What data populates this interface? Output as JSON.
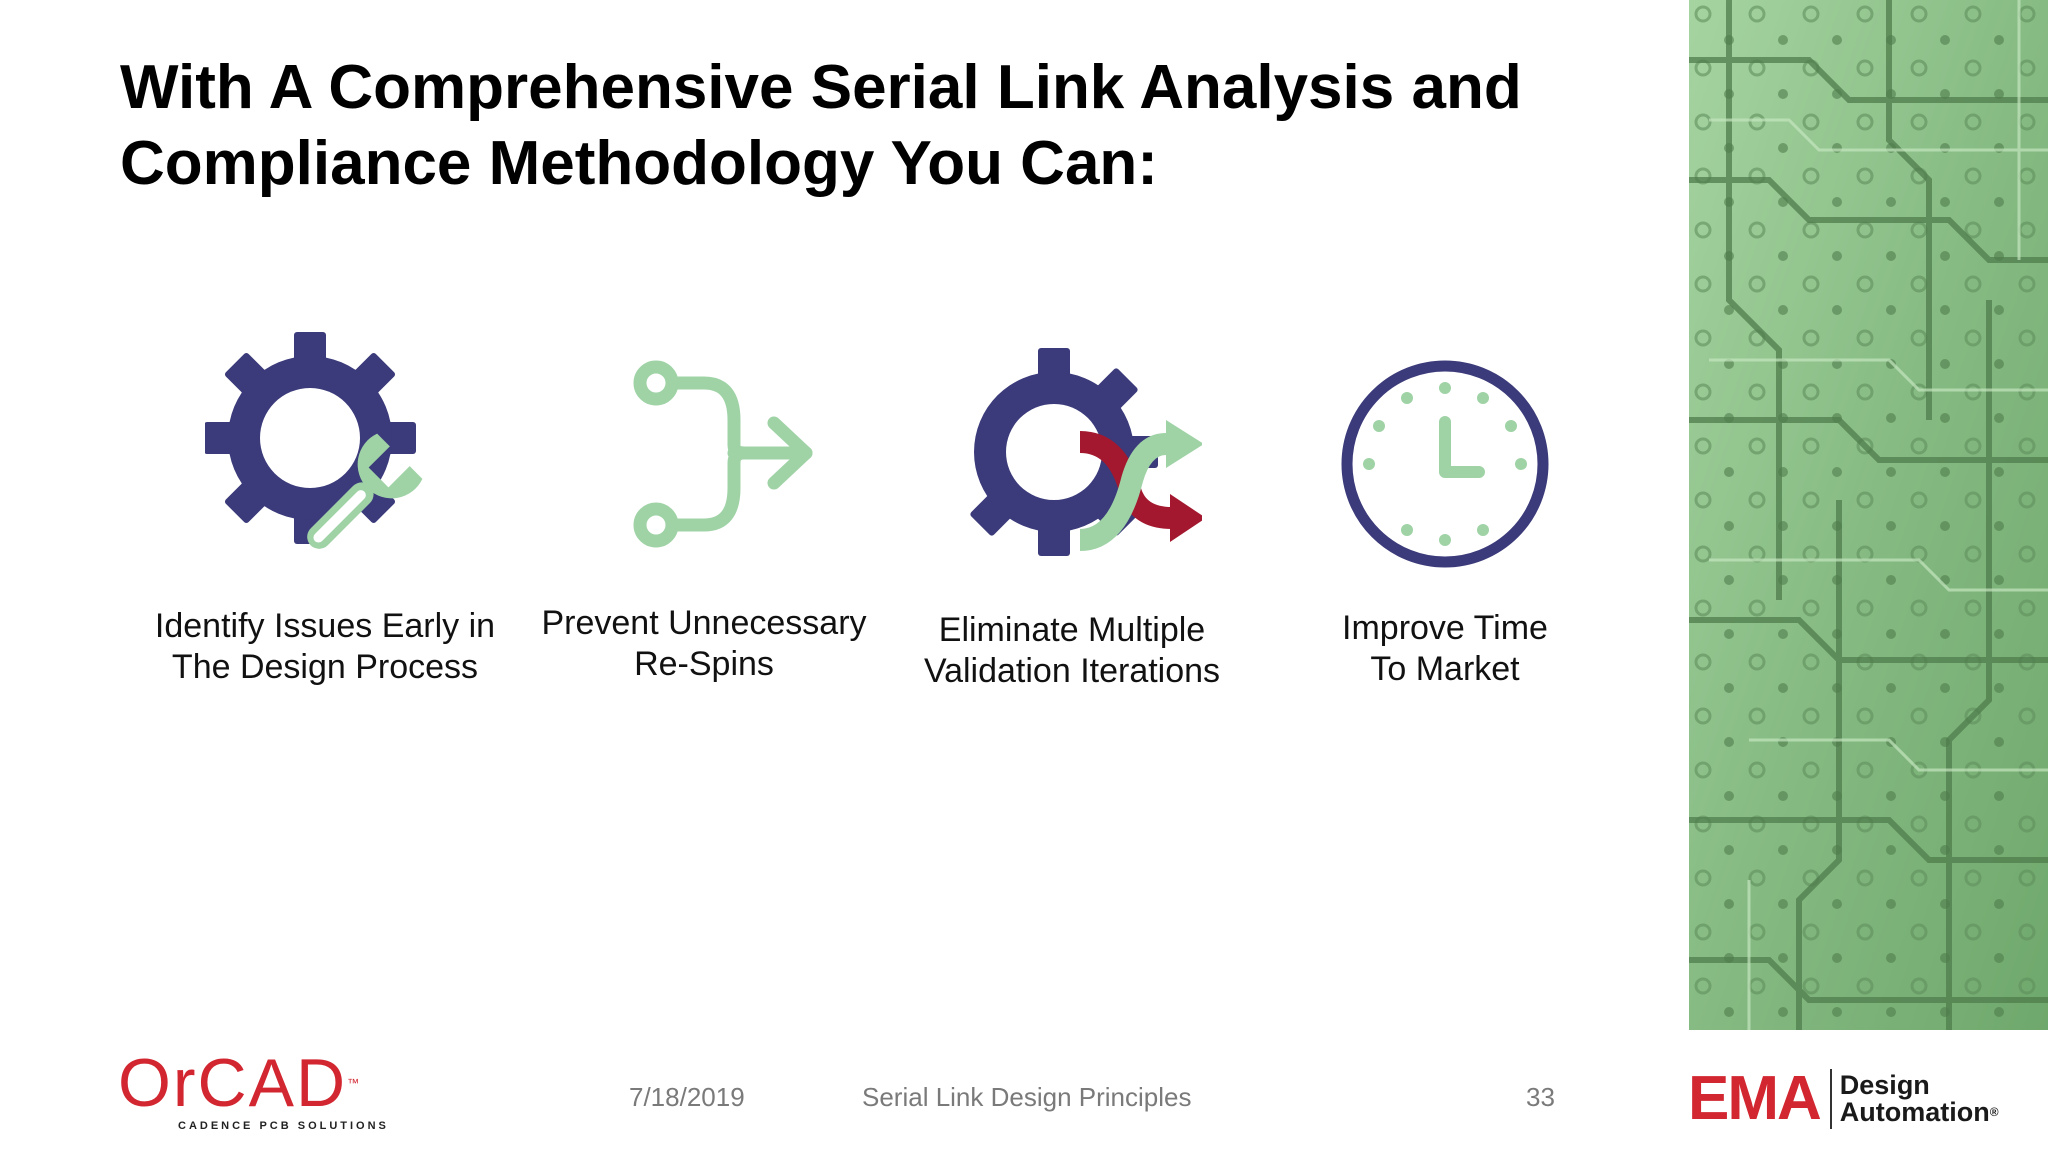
{
  "slide": {
    "title_line1": "With A Comprehensive Serial Link Analysis and",
    "title_line2": "Compliance Methodology You Can:"
  },
  "features": [
    {
      "icon": "gear-wrench-icon",
      "line1": "Identify Issues Early in",
      "line2": "The Design Process"
    },
    {
      "icon": "merge-arrow-icon",
      "line1": "Prevent Unnecessary",
      "line2": "Re-Spins"
    },
    {
      "icon": "gear-shuffle-icon",
      "line1": "Eliminate Multiple",
      "line2": "Validation Iterations"
    },
    {
      "icon": "clock-icon",
      "line1": "Improve Time",
      "line2": "To Market"
    }
  ],
  "footer": {
    "date": "7/18/2019",
    "presentation_title": "Serial Link Design Principles",
    "page_number": "33"
  },
  "logos": {
    "orcad": {
      "word": "OrCAD",
      "trademark": "™",
      "tagline": "CADENCE PCB SOLUTIONS"
    },
    "ema": {
      "mark": "EMA",
      "line1": "Design",
      "line2": "Automation",
      "registered": "®"
    }
  },
  "colors": {
    "navy": "#3b3a7a",
    "mint": "#9fd3a6",
    "crimson": "#a3182f",
    "pcb_green": "#8dbf8a",
    "brand_red": "#d22630"
  }
}
